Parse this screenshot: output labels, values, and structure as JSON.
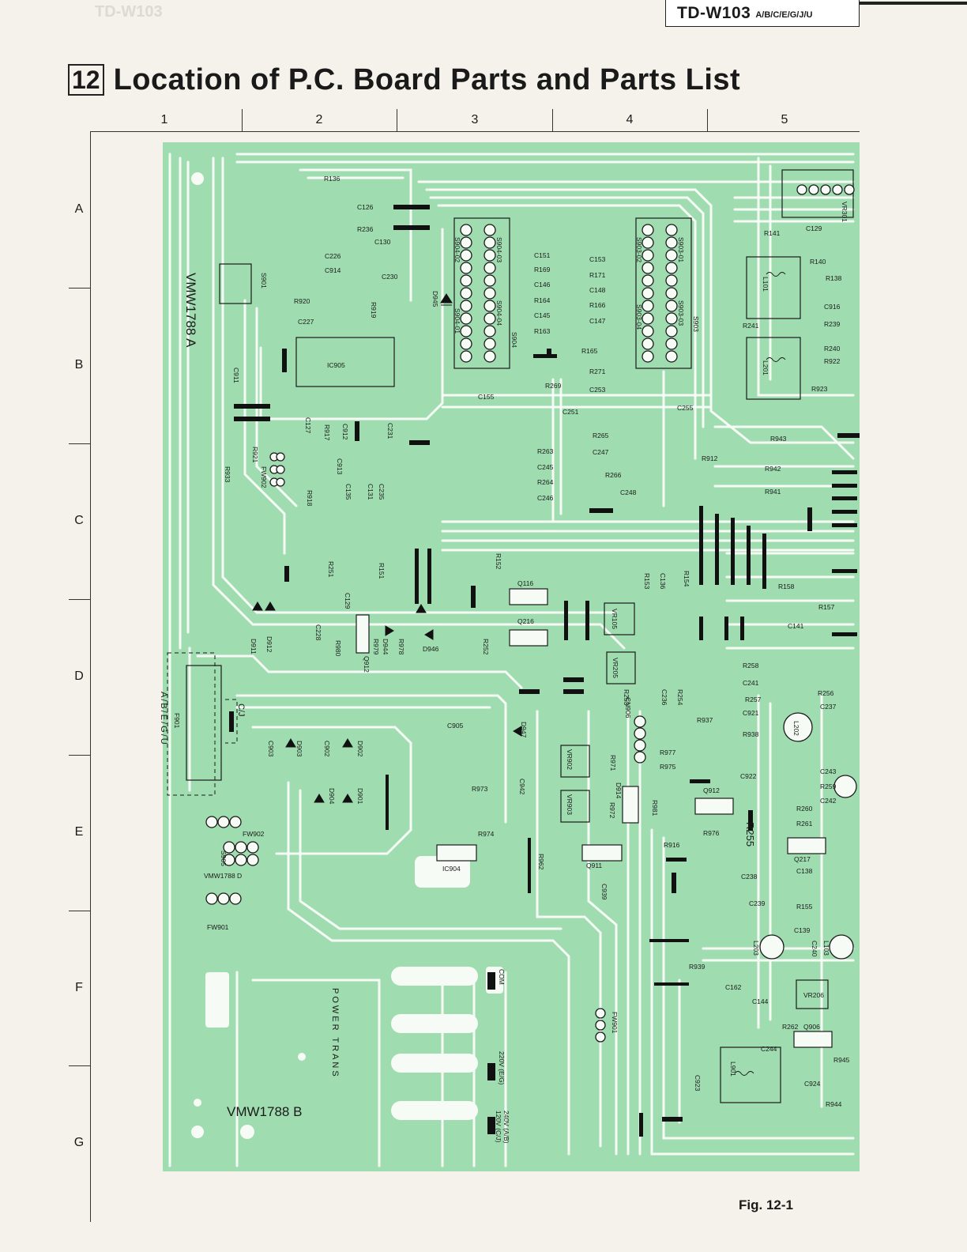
{
  "header": {
    "model": "TD-W103",
    "suffix": "A/B/C/E/G/J/U",
    "section_number": "12",
    "title": "Location of P.C. Board Parts and Parts List"
  },
  "grid": {
    "columns": [
      "1",
      "2",
      "3",
      "4",
      "5"
    ],
    "rows": [
      "A",
      "B",
      "C",
      "D",
      "E",
      "F",
      "G"
    ]
  },
  "board_labels": {
    "board_a": "VMW1788 A",
    "board_b": "VMW1788 B",
    "board_d": "VMW1788 D",
    "power_trans": "POWER TRANS",
    "fuse_variants": "A/B/E/G/U",
    "fuse_cj": "C/J",
    "com": "COM",
    "v220": "220V (E/G)",
    "v120": "120V (C/J)",
    "v240": "240V (A/B)"
  },
  "parts": {
    "r136": "R136",
    "c126": "C126",
    "r236": "R236",
    "c130": "C130",
    "c226": "C226",
    "c914": "C914",
    "c230": "C230",
    "r920": "R920",
    "r919": "R919",
    "c227": "C227",
    "ic905": "IC905",
    "s901": "S901",
    "c911": "C911",
    "s904_02": "S904-02",
    "s904_03": "S904-03",
    "s904_01": "S904-01",
    "s904_04": "S904-04",
    "s904": "S904",
    "d945": "D945",
    "c151": "C151",
    "r169": "R169",
    "c146": "C146",
    "r164": "R164",
    "c145": "C145",
    "r163": "R163",
    "c153": "C153",
    "r171": "R171",
    "c148": "C148",
    "r166": "R166",
    "c147": "C147",
    "r165": "R165",
    "s903_02": "S903-02",
    "s903_01": "S903-01",
    "s903_03": "S903-03",
    "s903_04": "S903-04",
    "s903": "S903",
    "vr301": "VR301",
    "r141": "R141",
    "c129": "C129",
    "r140": "R140",
    "r138": "R138",
    "l101": "L101",
    "c916": "C916",
    "r241": "R241",
    "r239": "R239",
    "r240": "R240",
    "r922": "R922",
    "l201": "L201",
    "r923": "R923",
    "r271": "R271",
    "c253": "C253",
    "r269": "R269",
    "c251": "C251",
    "c155": "C155",
    "c255": "C255",
    "c127": "C127",
    "r917": "R917",
    "c912": "C912",
    "c231": "C231",
    "r921": "R921",
    "r933": "R933",
    "fw902": "FW902",
    "c913": "C913",
    "r918": "R918",
    "c135": "C135",
    "c131": "C131",
    "c235": "C235",
    "r265": "R265",
    "c247": "C247",
    "r266": "R266",
    "c248": "C248",
    "r263": "R263",
    "c245": "C245",
    "r264": "R264",
    "c246": "C246",
    "r943": "R943",
    "r912": "R912",
    "r942": "R942",
    "r941": "R941",
    "r251": "R251",
    "c129b": "C129",
    "r151": "R151",
    "c228": "C228",
    "r152": "R152",
    "q116": "Q116",
    "q216": "Q216",
    "r252": "R252",
    "r153": "R153",
    "c136": "C136",
    "r154": "R154",
    "r158": "R158",
    "vr105": "VR105",
    "r157": "R157",
    "c141": "C141",
    "d911": "D911",
    "d912": "D912",
    "r980": "R980",
    "r979": "R979",
    "q912a": "Q912",
    "d944": "D944",
    "r978": "R978",
    "d946": "D946",
    "vr205": "VR205",
    "r253": "R253",
    "c236": "C236",
    "r254": "R254",
    "r258": "R258",
    "c241": "C241",
    "r256": "R256",
    "c237": "C237",
    "r257": "R257",
    "c921": "C921",
    "r938": "R938",
    "l202": "L202",
    "r937": "R937",
    "cn906": "CN906",
    "f901": "F901",
    "c905": "C905",
    "c903": "C903",
    "d903": "D903",
    "c902": "C902",
    "d902": "D902",
    "d947": "D947",
    "r977": "R977",
    "r975": "R975",
    "vr902": "VR902",
    "r971": "R971",
    "c922": "C922",
    "c243": "C243",
    "r259": "R259",
    "c242": "C242",
    "c942": "C942",
    "r973": "R973",
    "d904": "D904",
    "d901": "D901",
    "d914": "D914",
    "r972": "R972",
    "vr903": "VR903",
    "r981": "R981",
    "q912": "Q912",
    "r976": "R976",
    "r255": "R255",
    "r260": "R260",
    "r261": "R261",
    "r974": "R974",
    "r916": "R916",
    "q217": "Q217",
    "fw902b": "FW902",
    "s905": "S905",
    "ic904": "IC904",
    "q911": "Q911",
    "r962": "R962",
    "c238": "C238",
    "c138": "C138",
    "c939": "C939",
    "c239": "C239",
    "r155": "R155",
    "c139": "C139",
    "fw901": "FW901",
    "l203": "L203",
    "c240": "C240",
    "l103": "L103",
    "r939": "R939",
    "c162": "C162",
    "c144": "C144",
    "vr206": "VR206",
    "fw901b": "FW901",
    "r262": "R262",
    "q906": "Q906",
    "c244": "C244",
    "r945": "R945",
    "l901": "L901",
    "c924": "C924",
    "c923": "C923",
    "r944": "R944"
  },
  "figure_label": "Fig. 12-1"
}
